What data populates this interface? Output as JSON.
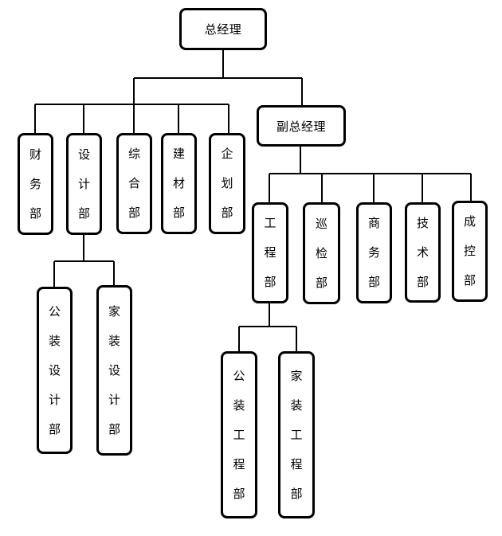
{
  "nodes": {
    "gm": "总经理",
    "deputy": "副总经理",
    "finance": "财务部",
    "design": "设计部",
    "general": "综合部",
    "materials": "建材部",
    "planning": "企划部",
    "public_design": "公装设计部",
    "home_design": "家装设计部",
    "engineering": "工程部",
    "inspection": "巡检部",
    "business": "商务部",
    "technology": "技术部",
    "cost_control": "成控部",
    "public_eng": "公装工程部",
    "home_eng": "家装工程部"
  }
}
